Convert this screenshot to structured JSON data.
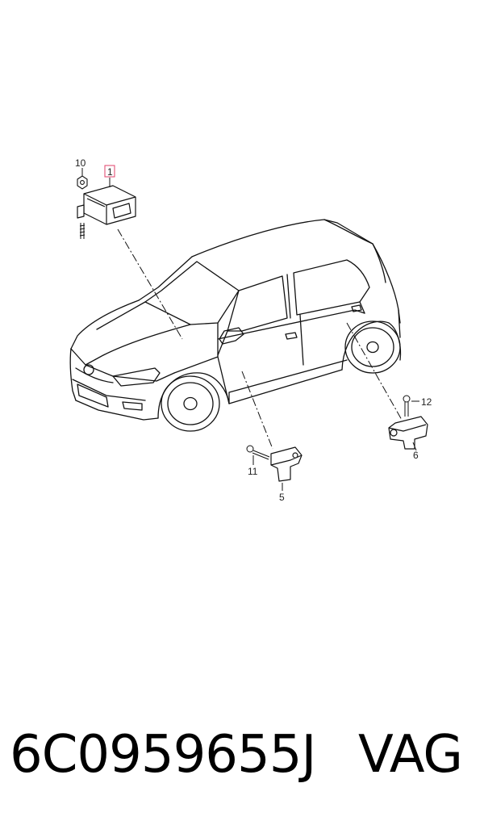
{
  "diagram": {
    "callouts": [
      {
        "id": "1",
        "label": "1",
        "highlight": "#e0406a"
      },
      {
        "id": "10",
        "label": "10"
      },
      {
        "id": "12",
        "label": "12"
      },
      {
        "id": "6",
        "label": "6"
      },
      {
        "id": "11",
        "label": "11"
      },
      {
        "id": "5",
        "label": "5"
      }
    ],
    "line_color": "#111111"
  },
  "footer": {
    "part_number": "6C0959655J",
    "brand": "VAG"
  }
}
